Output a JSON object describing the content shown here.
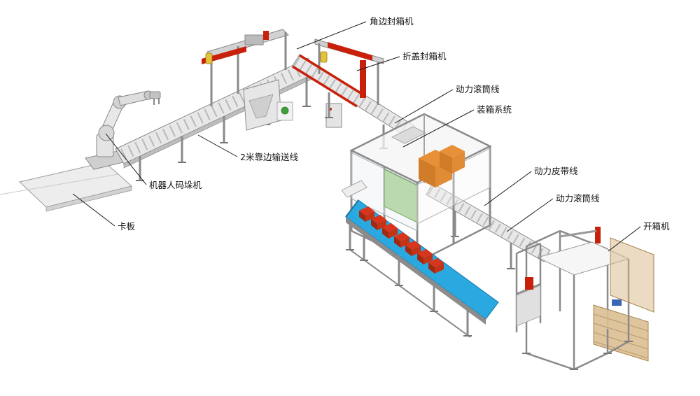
{
  "diagram": {
    "type": "packaging-line-equipment-illustration",
    "labels": [
      {
        "id": "corner-sealer",
        "text": "角边封箱机"
      },
      {
        "id": "flap-sealer",
        "text": "折盖封箱机"
      },
      {
        "id": "power-roller-line-top",
        "text": "动力滚筒线"
      },
      {
        "id": "case-packing-system",
        "text": "装箱系统"
      },
      {
        "id": "conveyor-2m",
        "text": "2米靠边输送线"
      },
      {
        "id": "robot-palletizer",
        "text": "机器人码垛机"
      },
      {
        "id": "pallet",
        "text": "卡板"
      },
      {
        "id": "power-belt-line",
        "text": "动力皮带线"
      },
      {
        "id": "power-roller-line-right",
        "text": "动力滚筒线"
      },
      {
        "id": "carton-erector",
        "text": "开箱机"
      }
    ],
    "colors": {
      "background": "#ffffff",
      "machine_red": "#c8200a",
      "belt_blue": "#2aa9e0",
      "carton_orange": "#e89038",
      "carton_red": "#d8351c",
      "guard_amber": "#d9b888",
      "accent_green": "#3f9e3a",
      "accent_yellow": "#e3c23c",
      "steel_light": "#e8e8e8",
      "steel_mid": "#b5b5b5",
      "frame_gray": "#8a8a8a",
      "line_black": "#1a1a1a"
    }
  }
}
